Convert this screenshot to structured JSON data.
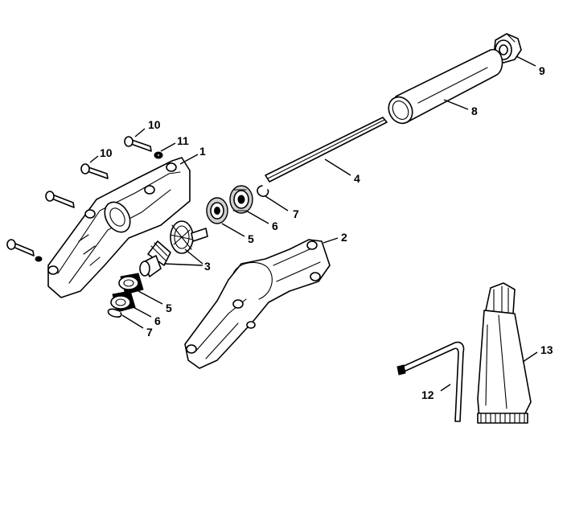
{
  "callouts": [
    {
      "id": "c9",
      "label": "9"
    },
    {
      "id": "c8",
      "label": "8"
    },
    {
      "id": "c4",
      "label": "4"
    },
    {
      "id": "c7a",
      "label": "7"
    },
    {
      "id": "c6a",
      "label": "6"
    },
    {
      "id": "c5a",
      "label": "5"
    },
    {
      "id": "c2",
      "label": "2"
    },
    {
      "id": "c3",
      "label": "3"
    },
    {
      "id": "c10a",
      "label": "10"
    },
    {
      "id": "c10b",
      "label": "10"
    },
    {
      "id": "c11",
      "label": "11"
    },
    {
      "id": "c1",
      "label": "1"
    },
    {
      "id": "c5b",
      "label": "5"
    },
    {
      "id": "c6b",
      "label": "6"
    },
    {
      "id": "c7b",
      "label": "7"
    },
    {
      "id": "c12",
      "label": "12"
    },
    {
      "id": "c13",
      "label": "13"
    }
  ]
}
